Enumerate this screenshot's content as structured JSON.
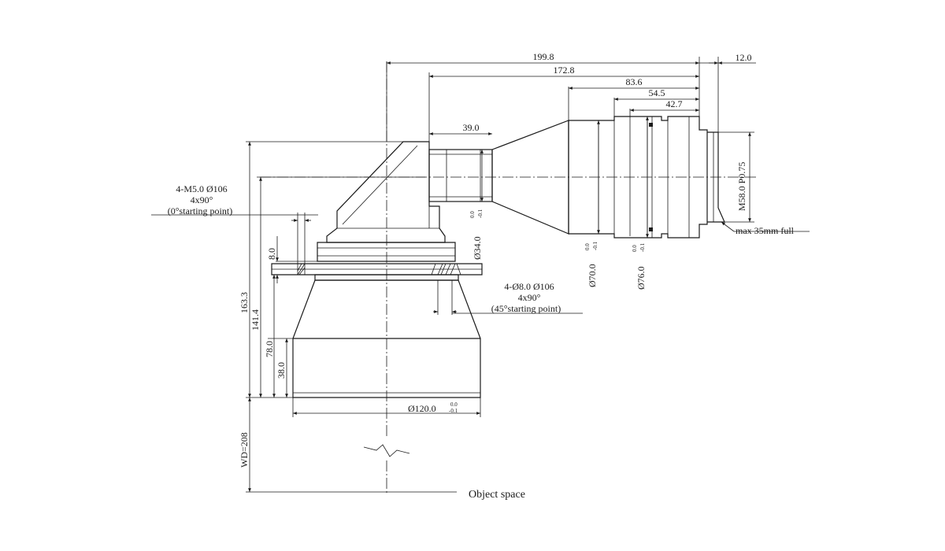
{
  "dims": {
    "overall_length": "199.8",
    "length_172": "172.8",
    "length_83": "83.6",
    "length_54": "54.5",
    "length_42": "42.7",
    "back_12": "12.0",
    "neck_39": "39.0",
    "dia_34": "Ø34.0",
    "dia_70": "Ø70.0",
    "dia_76": "Ø76.0",
    "dia_120": "Ø120.0",
    "tol_upper": "0.0",
    "tol_lower": "-0.1",
    "thread": "M58.0 P0.75",
    "max_sensor": "max 35mm full",
    "h_163": "163.3",
    "h_141": "141.4",
    "h_78": "78.0",
    "h_38": "38.0",
    "h_8": "8.0",
    "wd": "WD=208"
  },
  "holes_top": {
    "line1": "4-M5.0  Ø106",
    "line2": "4x90°",
    "line3": "(0°starting point)"
  },
  "holes_bottom": {
    "line1": "4-Ø8.0  Ø106",
    "line2": "4x90°",
    "line3": "(45°starting point)"
  },
  "object_space": "Object space"
}
